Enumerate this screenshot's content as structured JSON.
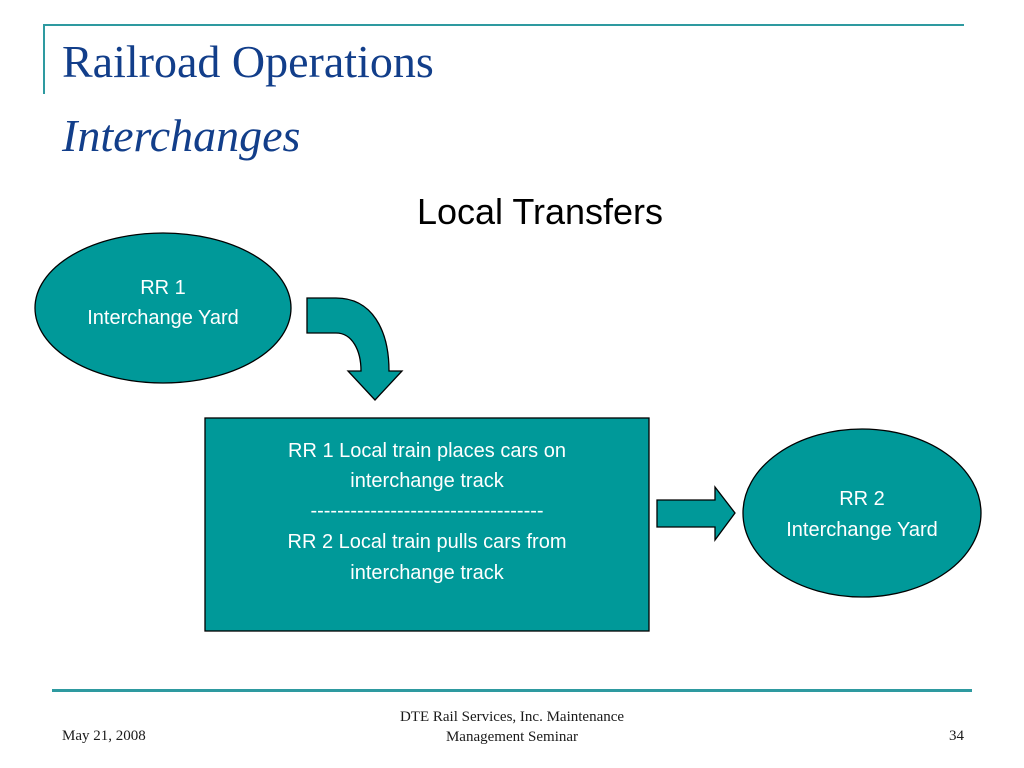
{
  "slide": {
    "title": "Railroad Operations",
    "subtitle": "Interchanges",
    "heading": "Local Transfers"
  },
  "diagram": {
    "fill_color": "#009999",
    "stroke_color": "#000000",
    "nodes": [
      {
        "id": "rr1",
        "shape": "ellipse",
        "lines": [
          "RR 1",
          "Interchange Yard"
        ]
      },
      {
        "id": "local",
        "shape": "rectangle",
        "lines": [
          "RR 1 Local train places cars on",
          "interchange track",
          "-----------------------------------",
          "RR 2 Local train pulls cars from",
          "interchange track"
        ]
      },
      {
        "id": "rr2",
        "shape": "ellipse",
        "lines": [
          "RR 2",
          "Interchange Yard"
        ]
      }
    ],
    "edges": [
      {
        "from": "rr1",
        "to": "local",
        "style": "curved-arrow"
      },
      {
        "from": "local",
        "to": "rr2",
        "style": "block-arrow"
      }
    ]
  },
  "footer": {
    "date": "May 21, 2008",
    "center_line1": "DTE Rail Services, Inc. Maintenance",
    "center_line2": "Management Seminar",
    "page": "34"
  }
}
